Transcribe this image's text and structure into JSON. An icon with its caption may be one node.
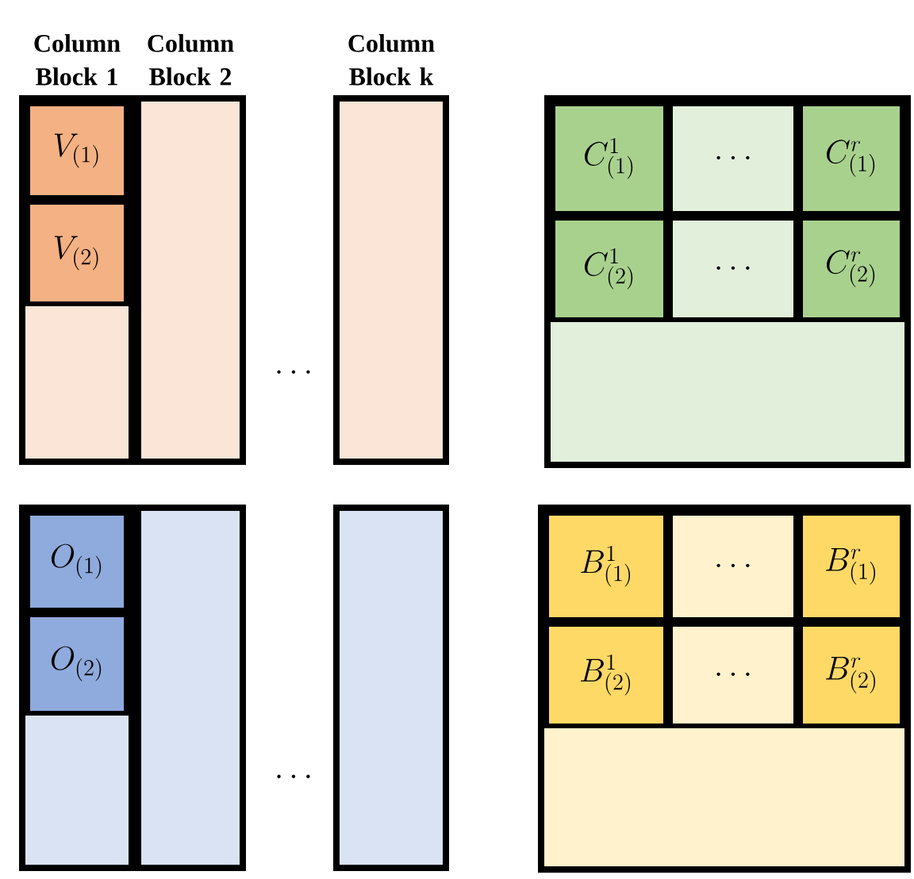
{
  "diagram": {
    "nodes": [
      {
        "text": [
          "Column Block 1"
        ]
      },
      {
        "text": [
          "V_{(1)}"
        ],
        "in": 0
      },
      {
        "text": [
          "V_{(2)}"
        ],
        "in": 0
      },
      {
        "text": [
          "Column Block 2"
        ]
      },
      {
        "text": [
          "Column Block k"
        ]
      },
      {
        "text": [],
        "shape": "box"
      },
      {
        "text": [
          "C^{1}_{(1)}"
        ],
        "in": 5
      },
      {
        "text": [
          "\\cdots"
        ],
        "in": 5
      },
      {
        "text": [
          "C^{r}_{(1)}"
        ],
        "in": 5
      },
      {
        "text": [
          "C^{1}_{(2)}"
        ],
        "in": 5
      },
      {
        "text": [
          "\\cdots"
        ],
        "in": 5
      },
      {
        "text": [
          "C^{r}_{(2)}"
        ],
        "in": 5
      },
      {
        "text": [],
        "shape": "box"
      },
      {
        "text": [
          "O_{(1)}"
        ],
        "in": 12
      },
      {
        "text": [
          "O_{(2)}"
        ],
        "in": 12
      },
      {
        "text": [],
        "shape": "box"
      },
      {
        "text": [],
        "shape": "box"
      },
      {
        "text": [],
        "shape": "box"
      },
      {
        "text": [
          "B^{1}_{(1)}"
        ],
        "in": 17
      },
      {
        "text": [
          "\\cdots"
        ],
        "in": 17
      },
      {
        "text": [
          "B^{r}_{(1)}"
        ],
        "in": 17
      },
      {
        "text": [
          "B^{1}_{(2)}"
        ],
        "in": 17
      },
      {
        "text": [
          "\\cdots"
        ],
        "in": 17
      },
      {
        "text": [
          "B^{r}_{(2)}"
        ],
        "in": 17
      }
    ],
    "labels": [
      "\\cdots",
      "\\cdots"
    ]
  }
}
